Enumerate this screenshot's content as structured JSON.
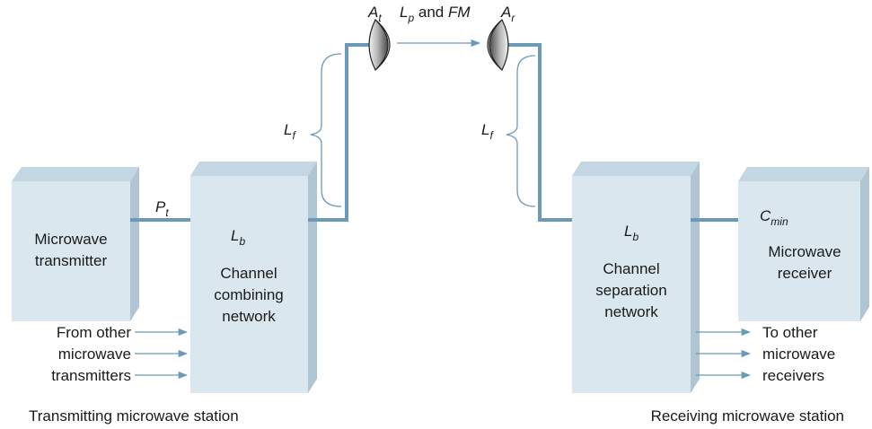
{
  "transmitter": {
    "title": "Microwave transmitter",
    "title_lines": [
      "Microwave",
      "transmitter"
    ],
    "power_label": {
      "main": "P",
      "sub": "t"
    }
  },
  "combiner": {
    "loss_label": {
      "main": "L",
      "sub": "b"
    },
    "title_lines": [
      "Channel",
      "combining",
      "network"
    ]
  },
  "tx_inputs": {
    "text_lines": [
      "From other",
      "microwave",
      "transmitters"
    ]
  },
  "tx_station_label": "Transmitting microwave station",
  "tx_feeder_label": {
    "main": "L",
    "sub": "f"
  },
  "tx_antenna_label": {
    "main": "A",
    "sub": "t"
  },
  "path": {
    "loss_main": "L",
    "loss_sub": "p",
    "connector": " and ",
    "margin": "FM"
  },
  "rx_antenna_label": {
    "main": "A",
    "sub": "r"
  },
  "rx_feeder_label": {
    "main": "L",
    "sub": "f"
  },
  "separator": {
    "loss_label": {
      "main": "L",
      "sub": "b"
    },
    "title_lines": [
      "Channel",
      "separation",
      "network"
    ]
  },
  "receiver": {
    "title_lines": [
      "Microwave",
      "receiver"
    ],
    "carrier_label": {
      "main": "C",
      "sub": "min"
    }
  },
  "rx_outputs": {
    "text_lines": [
      "To other",
      "microwave",
      "receivers"
    ]
  },
  "rx_station_label": "Receiving microwave station",
  "colors": {
    "line": "#6b9ab8",
    "box_front": "#dbe7ef",
    "box_top": "#c4d6e2",
    "box_side": "#afc5d3",
    "text": "#1a1a1a"
  }
}
